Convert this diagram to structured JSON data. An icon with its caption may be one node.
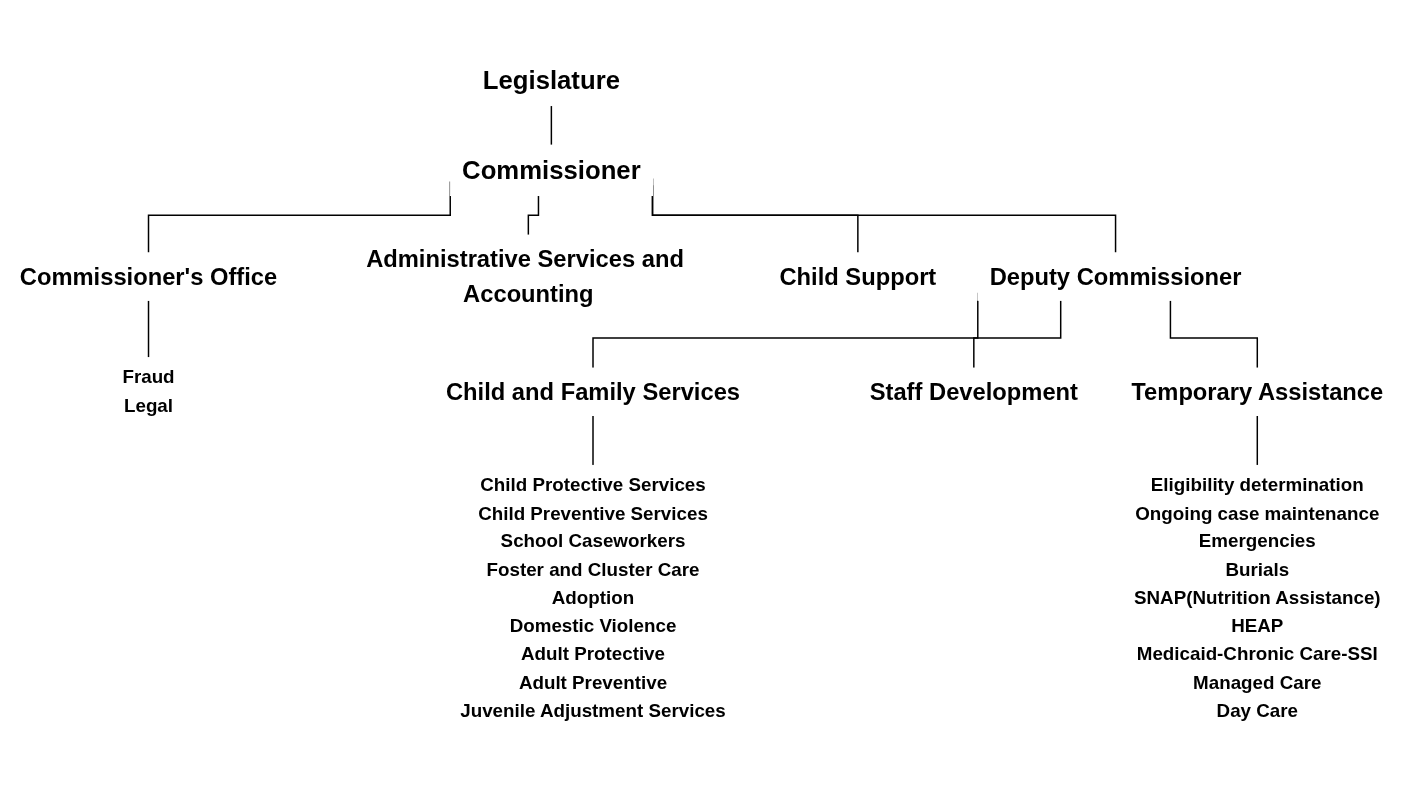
{
  "diagram": {
    "nodes": [
      {
        "text": [
          "Legislature"
        ]
      },
      {
        "text": [
          "Commissioner"
        ]
      },
      {
        "text": [
          "Commissioner's Office"
        ]
      },
      {
        "text": [
          "Administrative Services and Accounting"
        ]
      },
      {
        "text": [
          "Child Support"
        ]
      },
      {
        "text": [
          "Deputy Commissioner"
        ]
      },
      {
        "text": [
          "Fraud",
          "Legal"
        ]
      },
      {
        "text": [
          "Child and Family Services"
        ]
      },
      {
        "text": [
          "Staff Development"
        ]
      },
      {
        "text": [
          "Temporary Assistance"
        ]
      },
      {
        "text": [
          "Child Protective Services",
          "Child Preventive Services",
          "School Caseworkers",
          "Foster and Cluster Care",
          "Adoption",
          "Domestic Violence",
          "Adult Protective",
          "Adult Preventive",
          "Juvenile Adjustment Services"
        ]
      },
      {
        "text": [
          "Eligibility determination",
          "Ongoing case maintenance",
          "Emergencies",
          "Burials",
          "SNAP(Nutrition Assistance)",
          "HEAP",
          "Medicaid-Chronic Care-SSI",
          "Managed Care",
          "Day Care"
        ]
      }
    ],
    "edges": [
      {
        "from": 0,
        "to": 1,
        "arrow": "none"
      },
      {
        "from": 1,
        "to": 2,
        "arrow": "none"
      },
      {
        "from": 1,
        "to": 3,
        "arrow": "none"
      },
      {
        "from": 1,
        "to": 4,
        "arrow": "none"
      },
      {
        "from": 1,
        "to": 5,
        "arrow": "none"
      },
      {
        "from": 2,
        "to": 6,
        "arrow": "none"
      },
      {
        "from": 5,
        "to": 7,
        "arrow": "none"
      },
      {
        "from": 5,
        "to": 8,
        "arrow": "none"
      },
      {
        "from": 5,
        "to": 9,
        "arrow": "none"
      },
      {
        "from": 7,
        "to": 10,
        "arrow": "none"
      },
      {
        "from": 9,
        "to": 11,
        "arrow": "none"
      }
    ]
  }
}
